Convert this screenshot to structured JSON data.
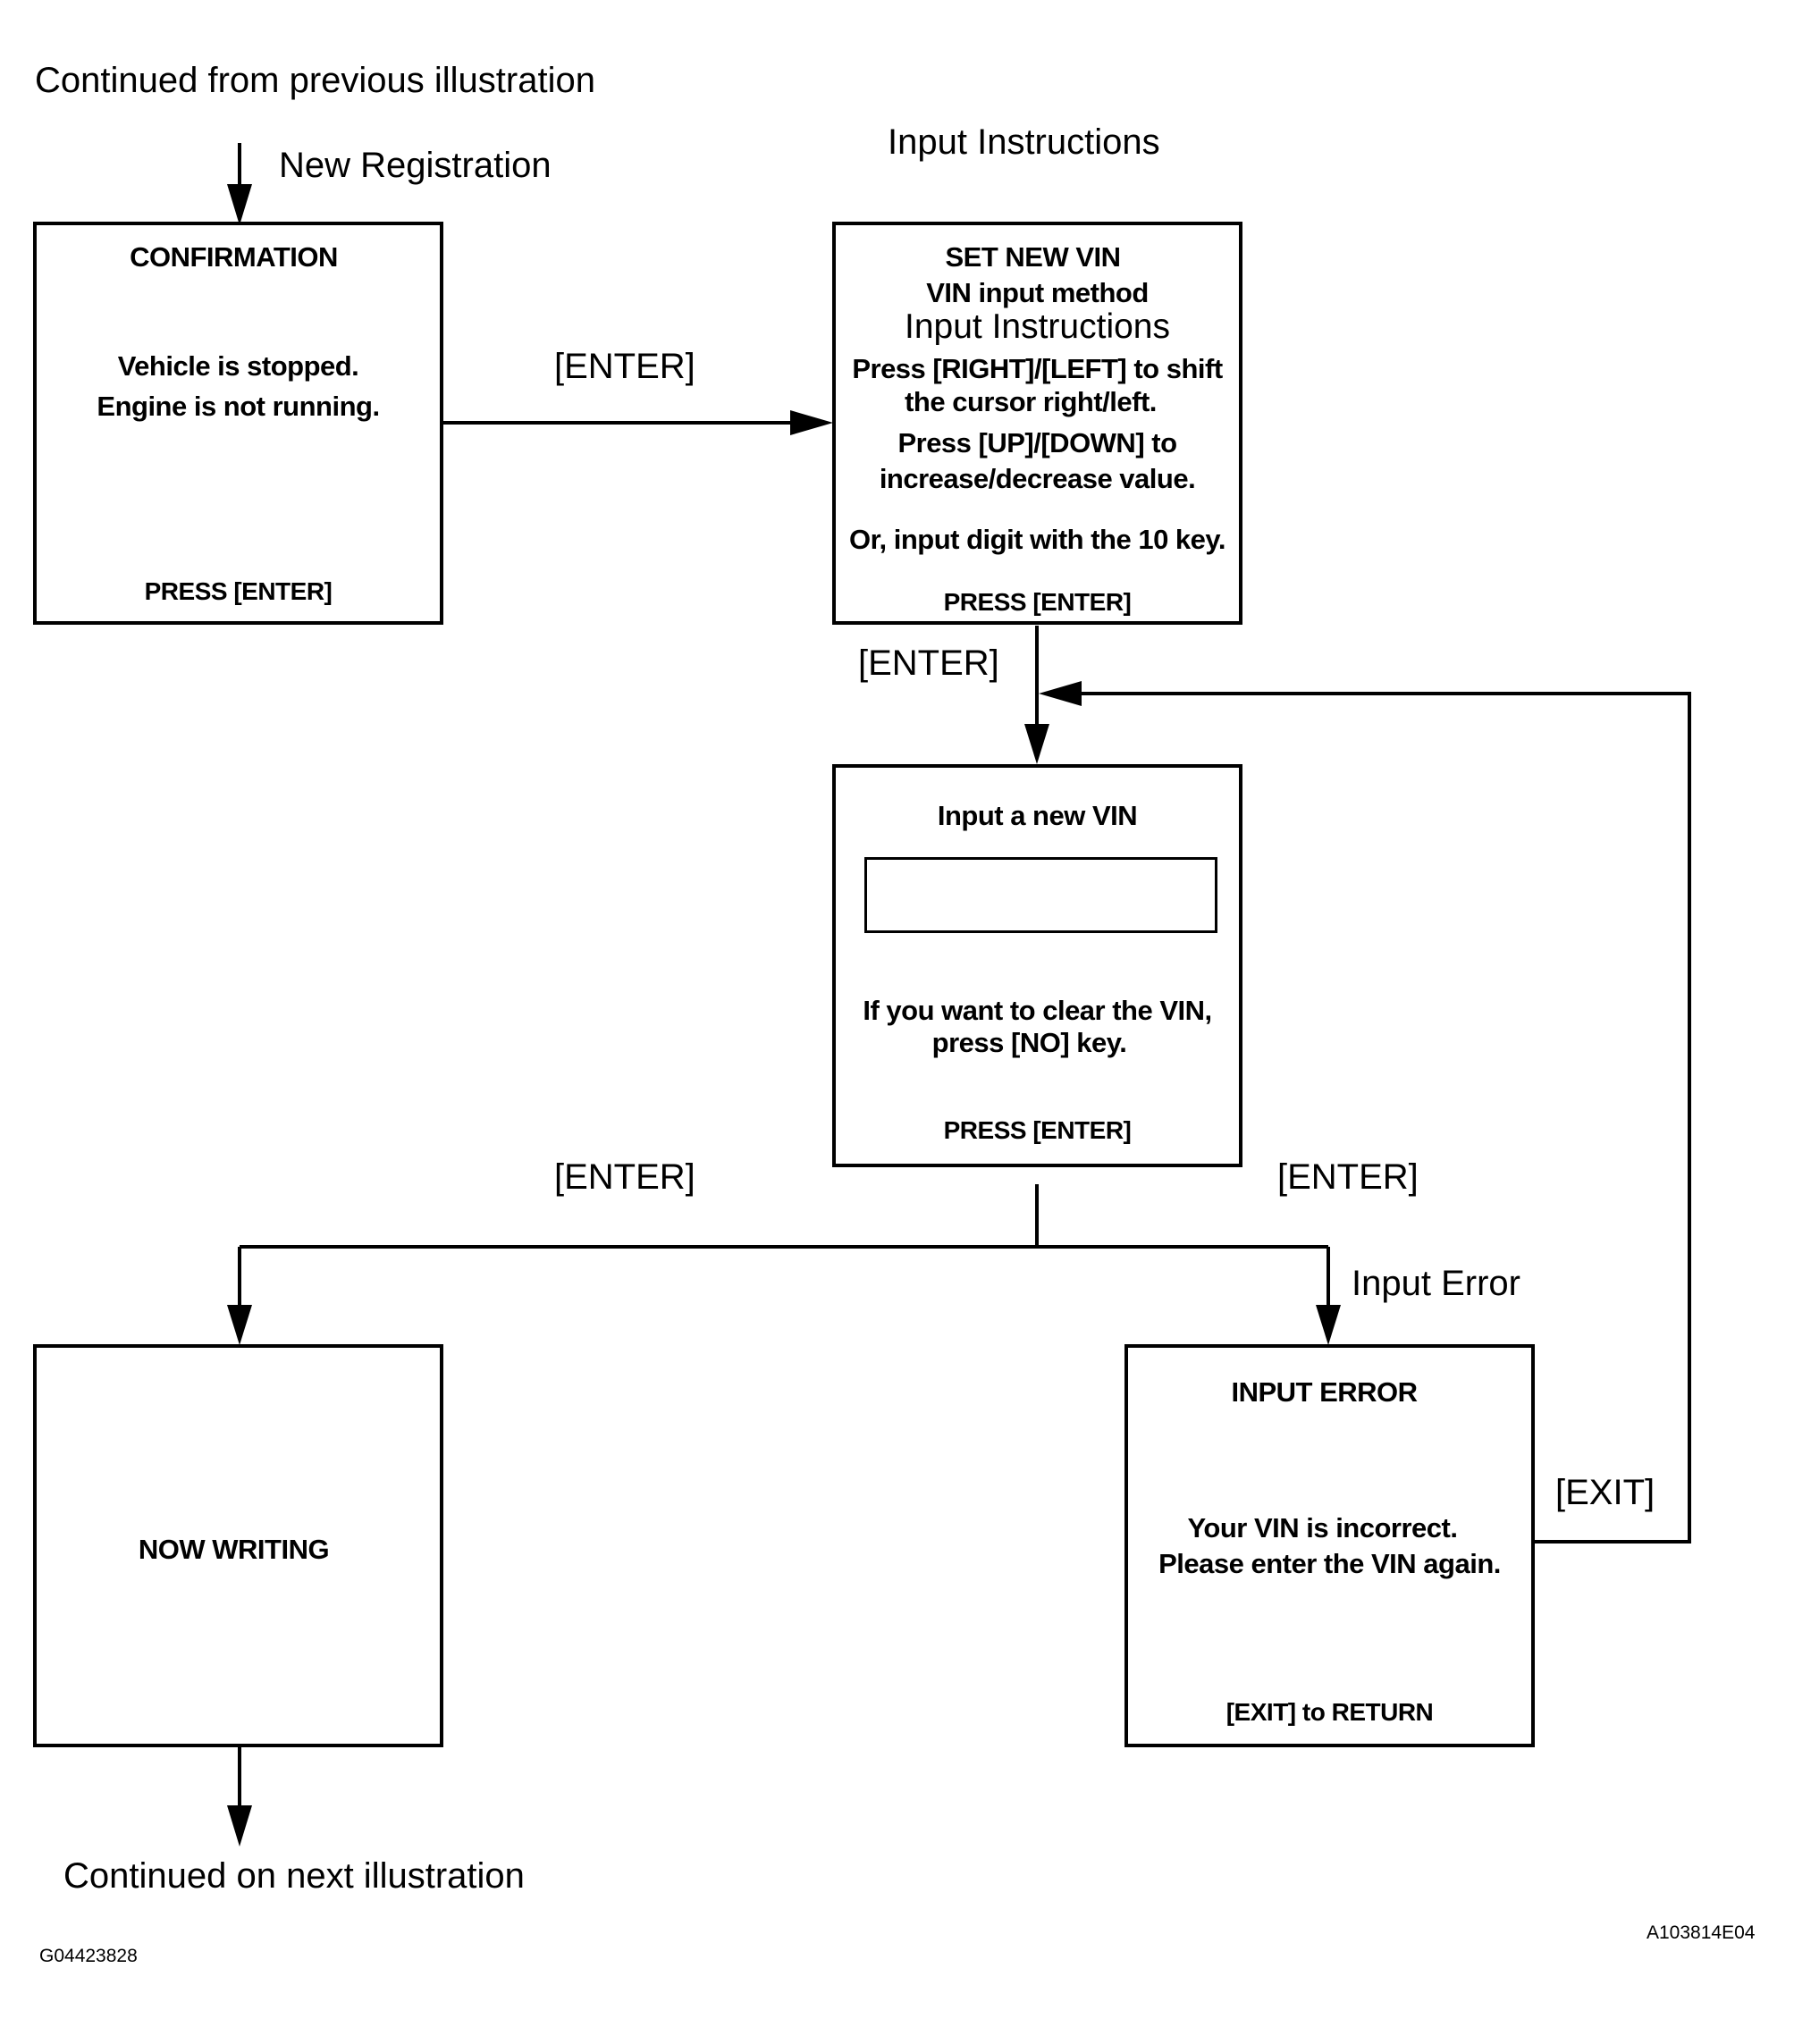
{
  "labels": {
    "continued_from": "Continued from previous illustration",
    "new_registration": "New Registration",
    "input_instructions_header": "Input Instructions",
    "enter_1": "[ENTER]",
    "enter_2": "[ENTER]",
    "enter_3": "[ENTER]",
    "enter_4": "[ENTER]",
    "input_error": "Input Error",
    "exit": "[EXIT]",
    "continued_next": "Continued on next illustration",
    "code_left": "G04423828",
    "code_right": "A103814E04"
  },
  "screens": {
    "confirmation": {
      "title": "CONFIRMATION",
      "line1": "Vehicle is stopped.",
      "line2": "Engine is not running.",
      "footer": "PRESS [ENTER]"
    },
    "set_new_vin": {
      "title": "SET NEW VIN",
      "subtitle": "VIN input method",
      "instructions_label": "Input Instructions",
      "line1": "Press [RIGHT]/[LEFT] to shift",
      "line2": "the cursor right/left.",
      "line3": "Press [UP]/[DOWN]  to",
      "line4": "increase/decrease value.",
      "line5": "Or, input digit with the 10 key.",
      "footer": "PRESS [ENTER]"
    },
    "input_vin": {
      "title": "Input a new VIN",
      "line1": "If you want to clear the VIN,",
      "line2": "press [NO] key.",
      "footer": "PRESS [ENTER]"
    },
    "now_writing": {
      "title": "NOW WRITING"
    },
    "input_error": {
      "title": "INPUT  ERROR",
      "line1": "Your VIN is incorrect.",
      "line2": "Please enter the VIN again.",
      "footer": "[EXIT] to RETURN"
    }
  }
}
